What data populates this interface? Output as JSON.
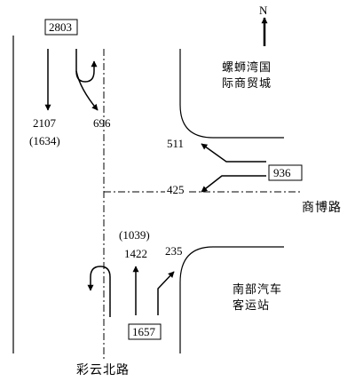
{
  "north_label": "N",
  "boxed_volumes": {
    "north_entry": "2803",
    "east_entry": "936",
    "south_entry": "1657"
  },
  "flows": {
    "north_straight_main": "2107",
    "north_straight_paren": "(1634)",
    "north_right": "696",
    "east_right": "511",
    "east_left": "425",
    "south_straight_main": "1422",
    "south_straight_paren": "(1039)",
    "south_right": "235"
  },
  "places": {
    "top_right_line1": "螺蛳湾国",
    "top_right_line2": "际商贸城",
    "bottom_right_line1": "南部汽车",
    "bottom_right_line2": "客运站"
  },
  "roads": {
    "east_road": "商博路",
    "south_road": "彩云北路"
  }
}
